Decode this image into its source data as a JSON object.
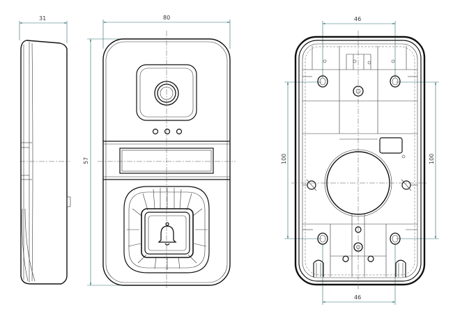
{
  "dimensions": {
    "side_depth": "31",
    "front_width": "80",
    "front_height": "57",
    "back_top_spacing": "46",
    "back_bottom_spacing": "46",
    "back_left_height": "100",
    "back_right_height": "100"
  },
  "icons": {
    "camera": "camera-lens-icon",
    "bell": "doorbell-icon"
  }
}
